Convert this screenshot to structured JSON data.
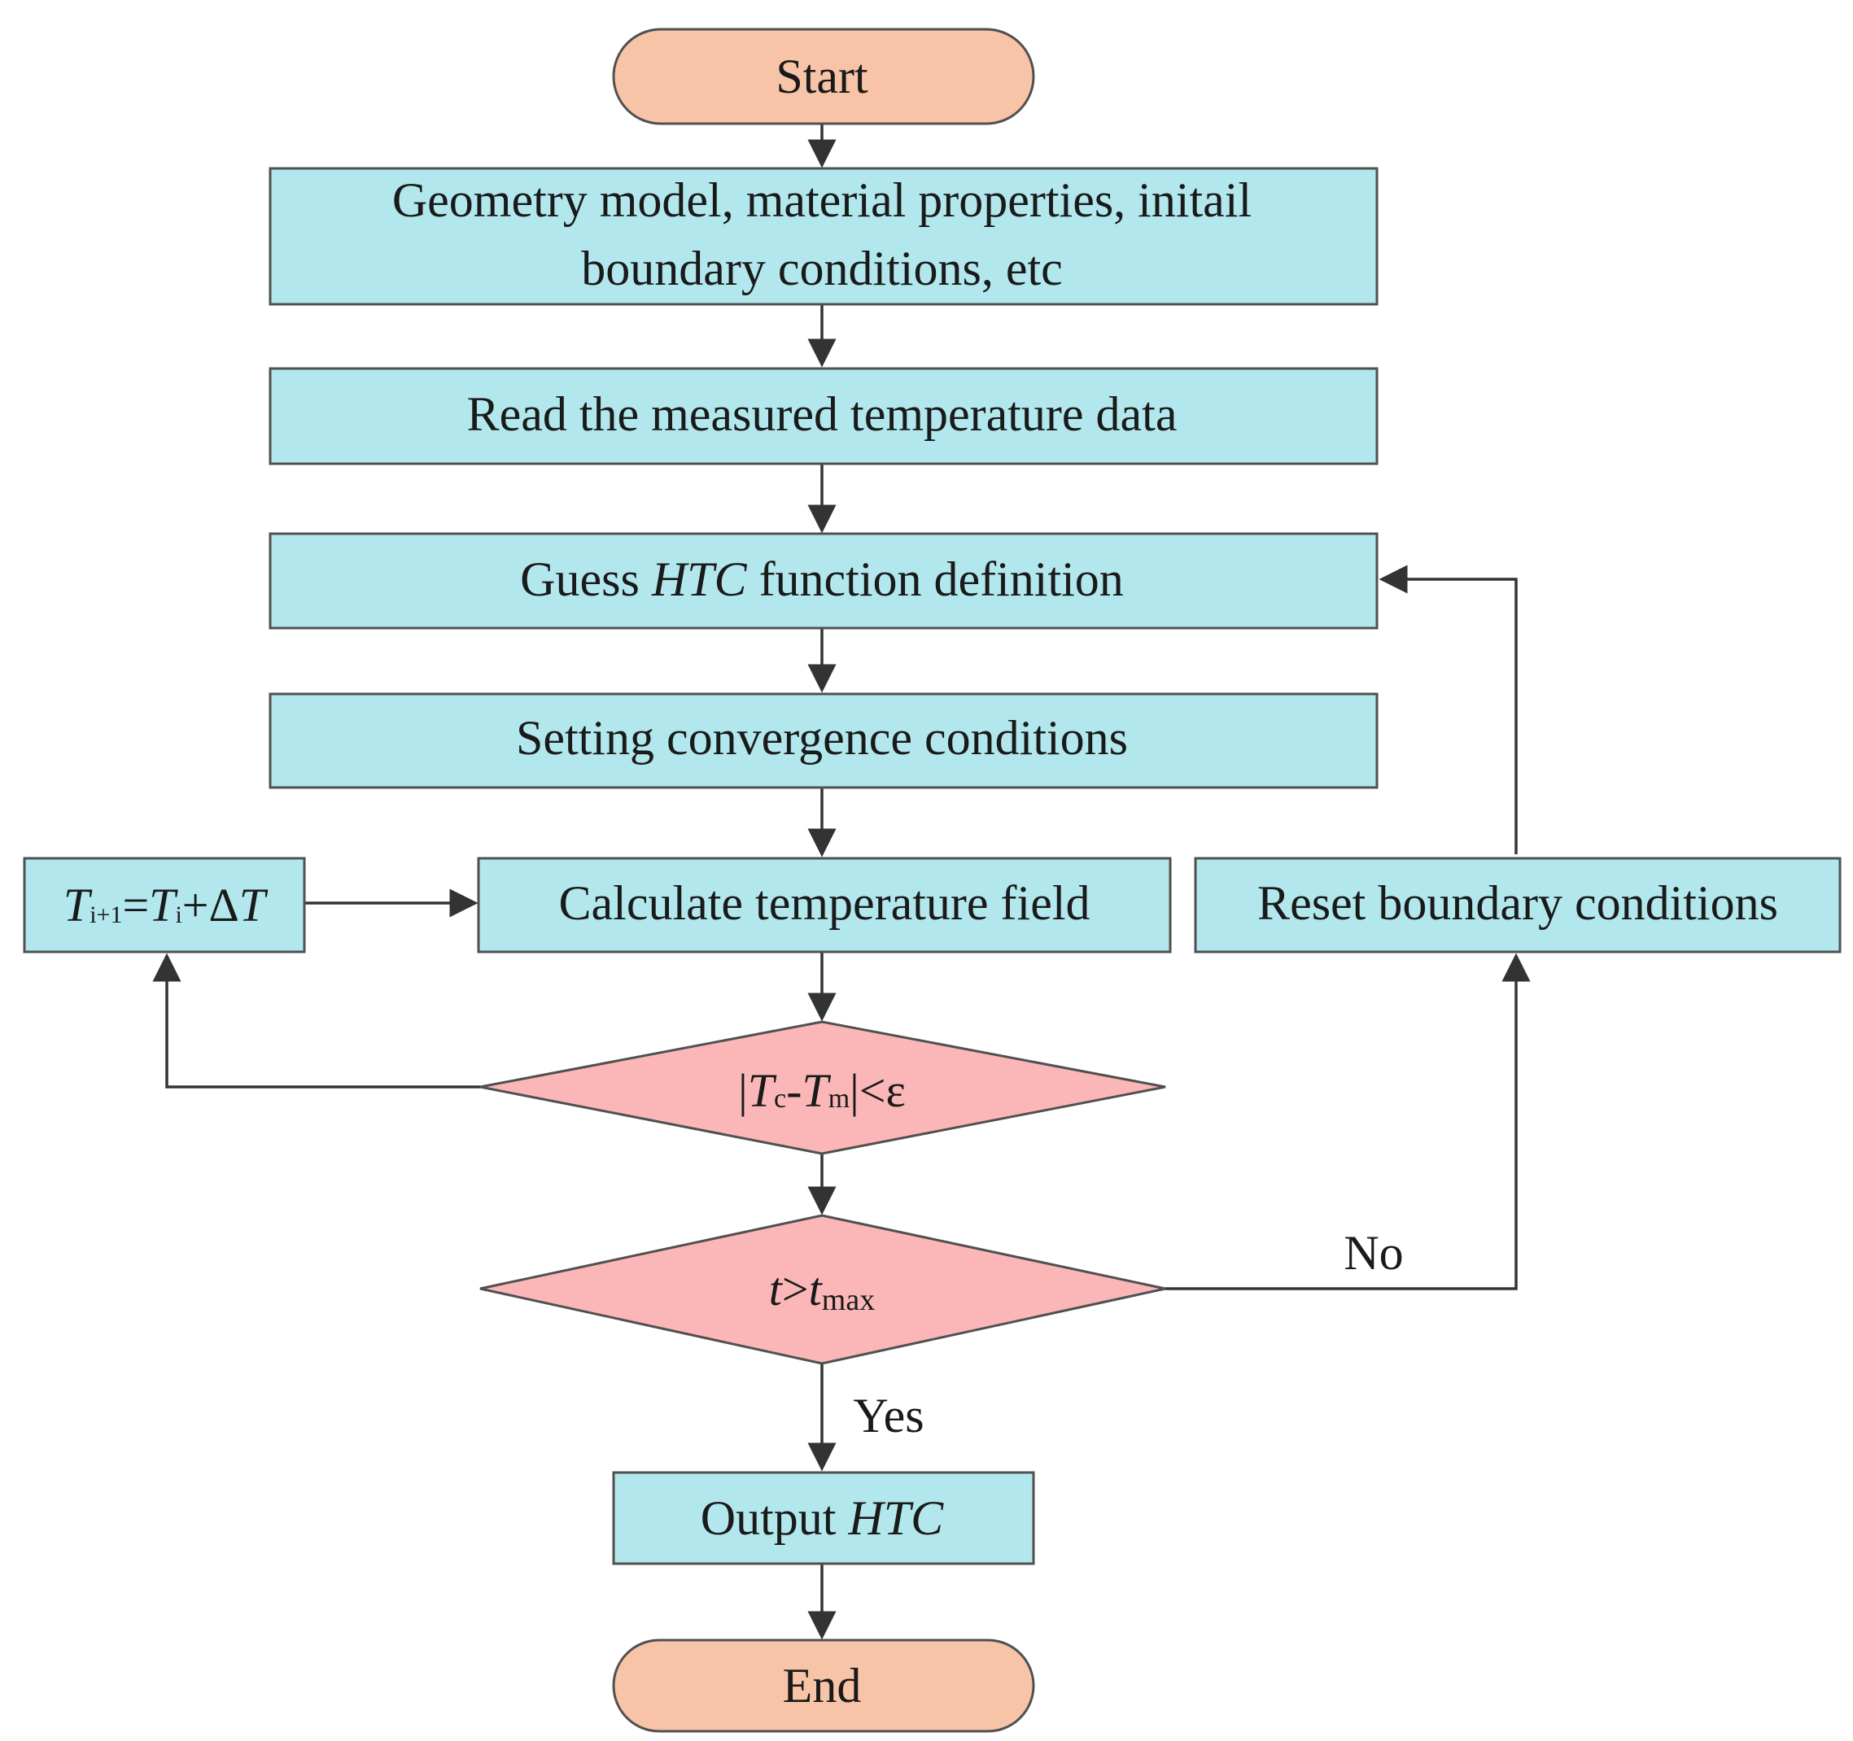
{
  "nodes": {
    "start": {
      "text": "Start"
    },
    "input": {
      "line1": "Geometry model, material properties, initail",
      "line2": "boundary conditions, etc"
    },
    "read": {
      "text": "Read  the measured temperature data"
    },
    "guess": {
      "pre": "Guess ",
      "italic": "HTC",
      "post": " function definition"
    },
    "converge": {
      "text": "Setting convergence conditions"
    },
    "step": {
      "T": "T",
      "sub_i1": "i+1",
      "eq": "=",
      "T2": "T",
      "sub_i": "i",
      "plus": "+Δ",
      "T3": "T"
    },
    "calc": {
      "text": "Calculate temperature field"
    },
    "reset": {
      "text": "Reset boundary conditions"
    },
    "check1": {
      "bar1": "|",
      "T": "T",
      "sub_c": "c",
      "dash": "-",
      "T2": "T",
      "sub_m": "m",
      "rest": "|<ε"
    },
    "check2": {
      "t": "t",
      "gt": ">",
      "t2": "t",
      "sub_max": "max"
    },
    "output": {
      "pre": "Output ",
      "italic": "HTC"
    },
    "end": {
      "text": "End"
    }
  },
  "edge_labels": {
    "no": "No",
    "yes": "Yes"
  },
  "colors": {
    "process_fill": "#b2e8ed",
    "terminal_fill": "#f8c4a8",
    "decision_fill": "#fbb7b7",
    "stroke": "#505050",
    "edge": "#333333"
  }
}
